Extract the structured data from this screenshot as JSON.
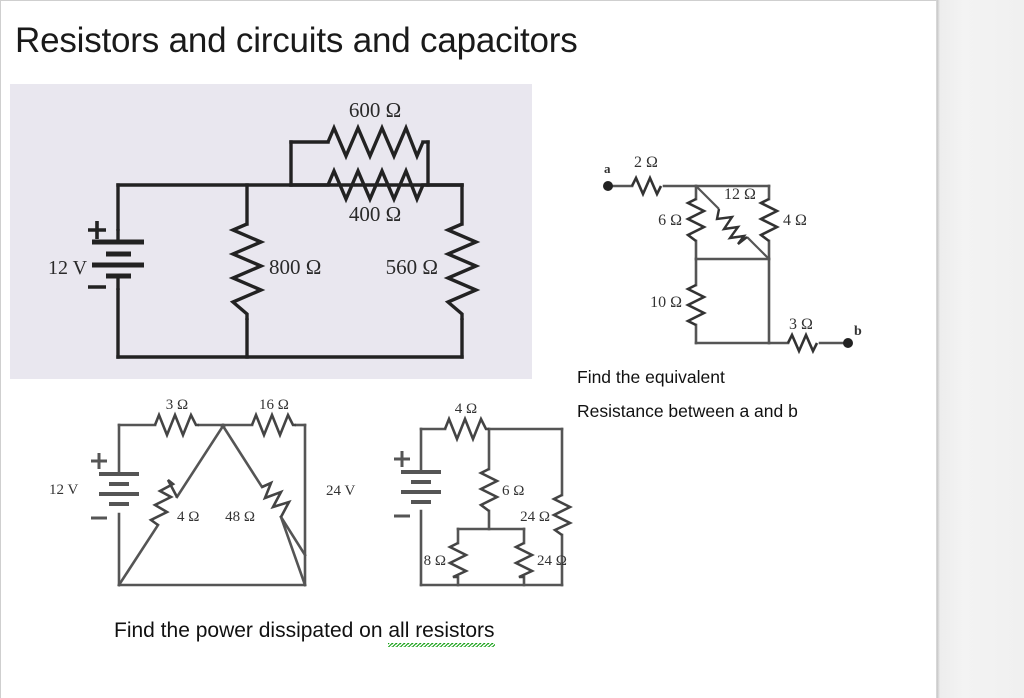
{
  "slide": {
    "title": "Resistors and circuits and capacitors",
    "background_color": "#ffffff",
    "panel_color": "#e9e7ef",
    "surround_color": "#f1f1f1"
  },
  "text_blocks": {
    "equivalent_line1": "Find the equivalent",
    "equivalent_line2": "Resistance between a and b",
    "power_caption_prefix": "Find the power dissipated on ",
    "power_caption_underlined": "all  resistors",
    "power_caption_full": "Find the power dissipated on all  resistors",
    "spellcheck_color": "#1a9a1a"
  },
  "circuits": [
    {
      "id": "circuit-1",
      "name": "series-parallel-ladder",
      "source": {
        "label": "12 V",
        "plus": "+",
        "minus": "−"
      },
      "resistors": [
        {
          "label": "600 Ω",
          "value": 600,
          "unit": "Ω",
          "position": "top-parallel-upper"
        },
        {
          "label": "400 Ω",
          "value": 400,
          "unit": "Ω",
          "position": "top-parallel-lower"
        },
        {
          "label": "800 Ω",
          "value": 800,
          "unit": "Ω",
          "position": "middle-vertical"
        },
        {
          "label": "560 Ω",
          "value": 560,
          "unit": "Ω",
          "position": "right-vertical"
        }
      ]
    },
    {
      "id": "circuit-2",
      "name": "equivalent-resistance-network",
      "terminals": [
        {
          "label": "a",
          "position": "left"
        },
        {
          "label": "b",
          "position": "right"
        }
      ],
      "resistors": [
        {
          "label": "2 Ω",
          "value": 2,
          "unit": "Ω",
          "position": "top-left-series"
        },
        {
          "label": "12 Ω",
          "value": 12,
          "unit": "Ω",
          "position": "diagonal"
        },
        {
          "label": "6 Ω",
          "value": 6,
          "unit": "Ω",
          "position": "left-upper-vertical"
        },
        {
          "label": "4 Ω",
          "value": 4,
          "unit": "Ω",
          "position": "right-upper-vertical"
        },
        {
          "label": "10 Ω",
          "value": 10,
          "unit": "Ω",
          "position": "left-lower-vertical"
        },
        {
          "label": "3 Ω",
          "value": 3,
          "unit": "Ω",
          "position": "bottom-right-series"
        }
      ]
    },
    {
      "id": "circuit-3",
      "name": "triangle-bridge-circuit",
      "source": {
        "label": "12 V",
        "plus": "+",
        "minus": "−"
      },
      "resistors": [
        {
          "label": "3 Ω",
          "value": 3,
          "unit": "Ω",
          "position": "top-left"
        },
        {
          "label": "16 Ω",
          "value": 16,
          "unit": "Ω",
          "position": "top-right"
        },
        {
          "label": "4 Ω",
          "value": 4,
          "unit": "Ω",
          "position": "left-diagonal"
        },
        {
          "label": "48 Ω",
          "value": 48,
          "unit": "Ω",
          "position": "right-diagonal"
        }
      ]
    },
    {
      "id": "circuit-4",
      "name": "nested-parallel-circuit",
      "source": {
        "label": "24 V",
        "plus": "+",
        "minus": "−"
      },
      "resistors": [
        {
          "label": "4 Ω",
          "value": 4,
          "unit": "Ω",
          "position": "top-series"
        },
        {
          "label": "6 Ω",
          "value": 6,
          "unit": "Ω",
          "position": "middle-vertical"
        },
        {
          "label": "24 Ω",
          "value": 24,
          "unit": "Ω",
          "position": "right-vertical"
        },
        {
          "label": "8 Ω",
          "value": 8,
          "unit": "Ω",
          "position": "bottom-left-vertical"
        },
        {
          "label": "24 Ω",
          "value": 24,
          "unit": "Ω",
          "position": "bottom-middle-vertical"
        }
      ]
    }
  ]
}
